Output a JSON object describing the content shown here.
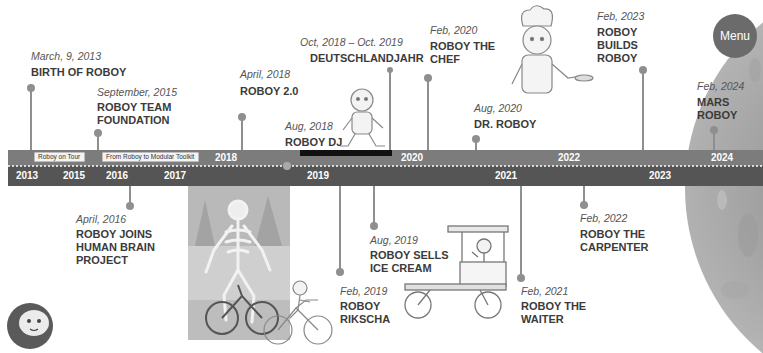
{
  "diagram": {
    "nodes": [
      {
        "text": [
          "2013",
          "2015",
          "2016",
          "2017",
          "2018",
          "2019",
          "2020",
          "2021",
          "2022",
          "2023",
          "2024"
        ]
      },
      {
        "text": [
          "Roboy on Tour"
        ],
        "in": 0
      },
      {
        "text": [
          "From Roboy to Modular Toolkit"
        ],
        "in": 0
      },
      {
        "text": [
          "Menu"
        ]
      }
    ],
    "labels": [
      "March, 9, 2013",
      "BIRTH OF ROBOY",
      "September, 2015",
      "ROBOY TEAM FOUNDATION",
      "April, 2016",
      "ROBOY JOINS HUMAN BRAIN PROJECT",
      "April, 2018",
      "ROBOY 2.0",
      "Aug, 2018",
      "ROBOY DJ",
      "Oct, 2018 – Oct. 2019",
      "DEUTSCHLANDJAHR",
      "Feb, 2019",
      "ROBOY RIKSCHA",
      "Aug, 2019",
      "ROBOY SELLS ICE CREAM",
      "Feb, 2020",
      "ROBOY THE CHEF",
      "Aug, 2020",
      "DR. ROBOY",
      "Feb, 2021",
      "ROBOY THE WAITER",
      "Feb, 2022",
      "ROBOY THE CARPENTER",
      "Feb, 2023",
      "ROBOY BUILDS ROBOY",
      "Feb, 2024",
      "MARS ROBOY"
    ]
  }
}
